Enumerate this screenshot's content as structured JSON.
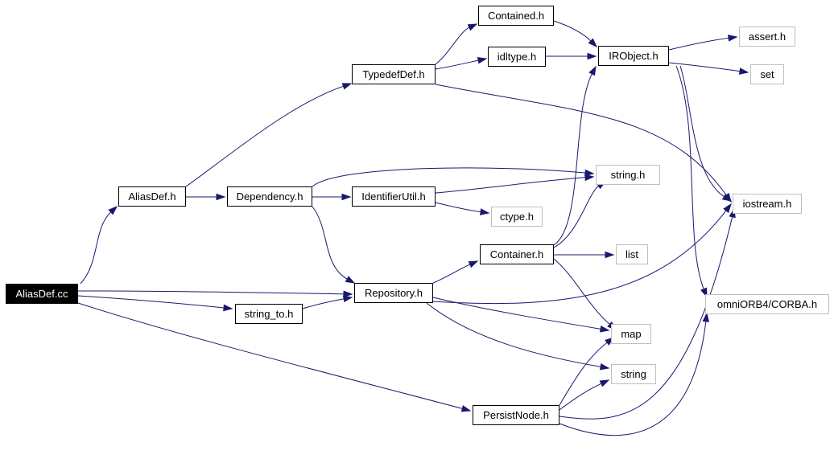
{
  "graph": {
    "edge_color": "#191970",
    "nodes": [
      {
        "id": "AliasDef.cc",
        "label": "AliasDef.cc",
        "style": "root"
      },
      {
        "id": "AliasDef.h",
        "label": "AliasDef.h",
        "style": "internal"
      },
      {
        "id": "TypedefDef.h",
        "label": "TypedefDef.h",
        "style": "internal"
      },
      {
        "id": "Contained.h",
        "label": "Contained.h",
        "style": "internal"
      },
      {
        "id": "idltype.h",
        "label": "idltype.h",
        "style": "internal"
      },
      {
        "id": "IRObject.h",
        "label": "IRObject.h",
        "style": "internal"
      },
      {
        "id": "assert.h",
        "label": "assert.h",
        "style": "external"
      },
      {
        "id": "set",
        "label": "set",
        "style": "external"
      },
      {
        "id": "Dependency.h",
        "label": "Dependency.h",
        "style": "internal"
      },
      {
        "id": "IdentifierUtil.h",
        "label": "IdentifierUtil.h",
        "style": "internal"
      },
      {
        "id": "string.h",
        "label": "string.h",
        "style": "external"
      },
      {
        "id": "ctype.h",
        "label": "ctype.h",
        "style": "external"
      },
      {
        "id": "iostream.h",
        "label": "iostream.h",
        "style": "external"
      },
      {
        "id": "Container.h",
        "label": "Container.h",
        "style": "internal"
      },
      {
        "id": "list",
        "label": "list",
        "style": "external"
      },
      {
        "id": "Repository.h",
        "label": "Repository.h",
        "style": "internal"
      },
      {
        "id": "string_to.h",
        "label": "string_to.h",
        "style": "internal"
      },
      {
        "id": "omniORB4/CORBA.h",
        "label": "omniORB4/CORBA.h",
        "style": "external"
      },
      {
        "id": "map",
        "label": "map",
        "style": "external"
      },
      {
        "id": "string",
        "label": "string",
        "style": "external"
      },
      {
        "id": "PersistNode.h",
        "label": "PersistNode.h",
        "style": "internal"
      }
    ],
    "edges": [
      {
        "from": "AliasDef.cc",
        "to": "AliasDef.h"
      },
      {
        "from": "AliasDef.cc",
        "to": "Repository.h"
      },
      {
        "from": "AliasDef.cc",
        "to": "string_to.h"
      },
      {
        "from": "AliasDef.cc",
        "to": "PersistNode.h"
      },
      {
        "from": "AliasDef.h",
        "to": "TypedefDef.h"
      },
      {
        "from": "AliasDef.h",
        "to": "Dependency.h"
      },
      {
        "from": "TypedefDef.h",
        "to": "Contained.h"
      },
      {
        "from": "TypedefDef.h",
        "to": "idltype.h"
      },
      {
        "from": "TypedefDef.h",
        "to": "iostream.h"
      },
      {
        "from": "Contained.h",
        "to": "IRObject.h"
      },
      {
        "from": "idltype.h",
        "to": "IRObject.h"
      },
      {
        "from": "IRObject.h",
        "to": "assert.h"
      },
      {
        "from": "IRObject.h",
        "to": "set"
      },
      {
        "from": "IRObject.h",
        "to": "iostream.h"
      },
      {
        "from": "IRObject.h",
        "to": "omniORB4/CORBA.h"
      },
      {
        "from": "Dependency.h",
        "to": "string.h"
      },
      {
        "from": "Dependency.h",
        "to": "IdentifierUtil.h"
      },
      {
        "from": "Dependency.h",
        "to": "Repository.h"
      },
      {
        "from": "IdentifierUtil.h",
        "to": "string.h"
      },
      {
        "from": "IdentifierUtil.h",
        "to": "ctype.h"
      },
      {
        "from": "Repository.h",
        "to": "Container.h"
      },
      {
        "from": "Repository.h",
        "to": "iostream.h"
      },
      {
        "from": "Repository.h",
        "to": "map"
      },
      {
        "from": "Repository.h",
        "to": "string"
      },
      {
        "from": "string_to.h",
        "to": "Repository.h"
      },
      {
        "from": "Container.h",
        "to": "IRObject.h"
      },
      {
        "from": "Container.h",
        "to": "string.h"
      },
      {
        "from": "Container.h",
        "to": "list"
      },
      {
        "from": "Container.h",
        "to": "map"
      },
      {
        "from": "PersistNode.h",
        "to": "map"
      },
      {
        "from": "PersistNode.h",
        "to": "string"
      },
      {
        "from": "PersistNode.h",
        "to": "iostream.h"
      },
      {
        "from": "PersistNode.h",
        "to": "omniORB4/CORBA.h"
      }
    ]
  }
}
